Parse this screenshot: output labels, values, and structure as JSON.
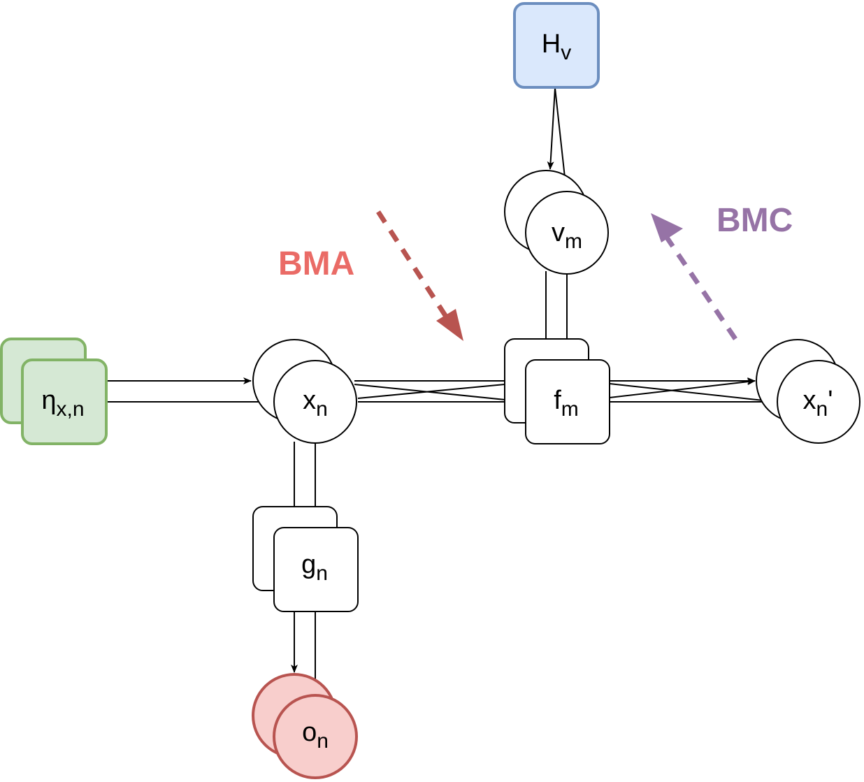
{
  "nodes": {
    "hv": {
      "main": "H",
      "sub": "v"
    },
    "vm": {
      "main": "v",
      "sub": "m"
    },
    "eta": {
      "main": "η",
      "sub": "x,n"
    },
    "xn": {
      "main": "x",
      "sub": "n"
    },
    "fm": {
      "main": "f",
      "sub": "m"
    },
    "xn_prime": {
      "main": "x",
      "sub": "n",
      "suffix": "'"
    },
    "gn": {
      "main": "g",
      "sub": "n"
    },
    "on": {
      "main": "o",
      "sub": "n"
    }
  },
  "labels": {
    "bma": "BMA",
    "bmc": "BMC"
  },
  "colors": {
    "blue_fill": "#dae8fc",
    "blue_stroke": "#6c8ebf",
    "green_fill": "#d5e8d4",
    "green_stroke": "#82b366",
    "red_fill": "#f8cecc",
    "red_stroke": "#b85450",
    "bma_text": "#ea6b66",
    "bma_arrow": "#b85450",
    "bmc": "#9673a6"
  }
}
